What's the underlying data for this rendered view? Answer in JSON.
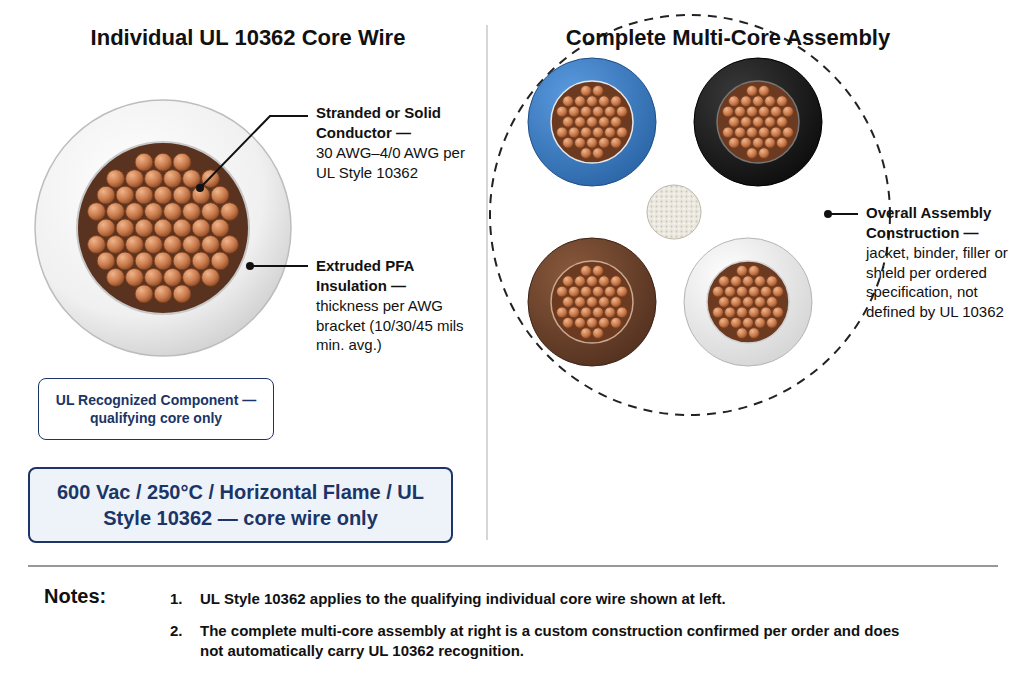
{
  "diagram": {
    "nodes": [
      {
        "text": [
          "UL Recognized Component — qualifying core only"
        ]
      },
      {
        "text": [
          "600 Vac / 250°C / Horizontal Flame / UL Style 10362 — core wire only"
        ]
      }
    ],
    "labels": [
      "Individual UL 10362 Core Wire",
      "Complete Multi-Core Assembly",
      "Stranded or Solid Conductor —",
      "30 AWG–4/0 AWG per UL Style 10362",
      "Extruded PFA Insulation —",
      "thickness per AWG bracket (10/30/45 mils min. avg.)",
      "Overall Assembly Construction —",
      "jacket, binder, filler or shield per ordered specification, not defined by UL 10362",
      "Notes:",
      "1.",
      "UL Style 10362 applies to the qualifying individual core wire shown at left.",
      "2.",
      "The complete multi-core assembly at right is a custom construction confirmed per order and does not automatically carry UL 10362 recognition."
    ]
  }
}
